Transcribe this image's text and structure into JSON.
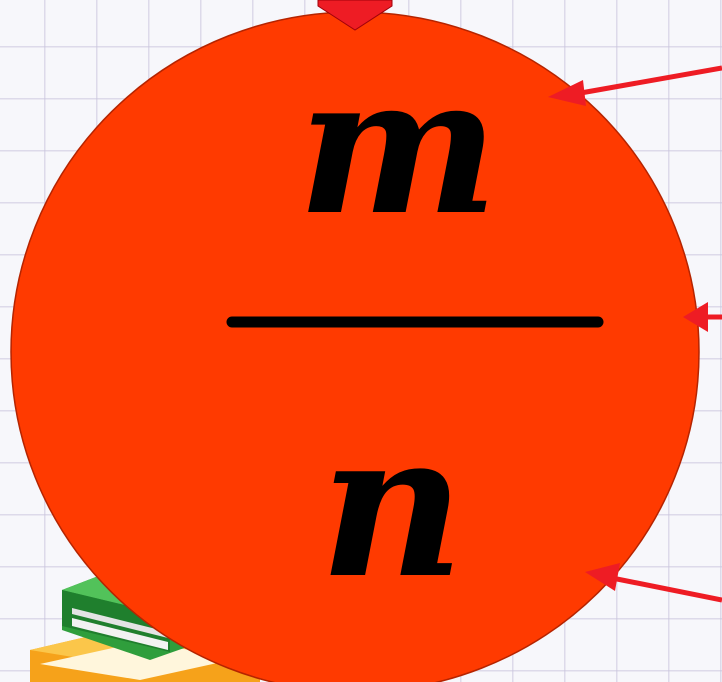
{
  "fraction": {
    "numerator": "m",
    "denominator": "n"
  },
  "colors": {
    "circle_fill": "#ff3a00",
    "circle_stroke": "#b52400",
    "arrow": "#ee1c24",
    "grid_background": "#f7f7fb",
    "grid_lines": "#c8c3dc",
    "fraction_bar": "#000000"
  },
  "decorations": {
    "top_marker": "red-down-arrow-marker",
    "books": "stacked-books-illustration"
  }
}
